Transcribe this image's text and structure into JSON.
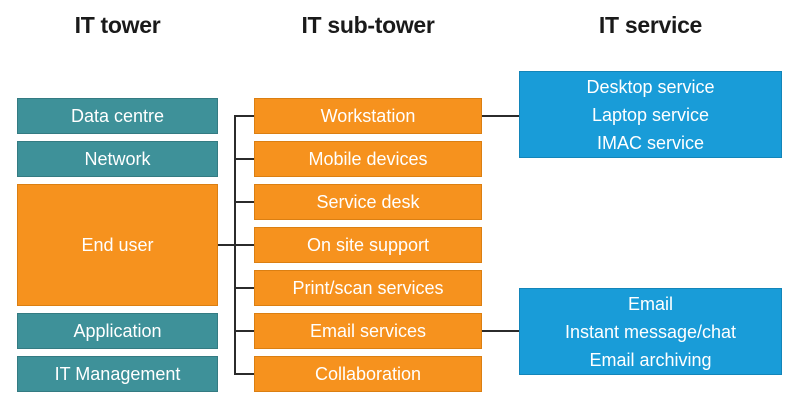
{
  "headers": {
    "tower": "IT tower",
    "subtower": "IT sub-tower",
    "service": "IT service"
  },
  "it_towers": [
    {
      "label": "Data centre",
      "variant": "teal"
    },
    {
      "label": "Network",
      "variant": "teal"
    },
    {
      "label": "End user",
      "variant": "orange"
    },
    {
      "label": "Application",
      "variant": "teal"
    },
    {
      "label": "IT Management",
      "variant": "teal"
    }
  ],
  "it_subtowers": [
    {
      "label": "Workstation"
    },
    {
      "label": "Mobile devices"
    },
    {
      "label": "Service desk"
    },
    {
      "label": "On site support"
    },
    {
      "label": "Print/scan services"
    },
    {
      "label": "Email services"
    },
    {
      "label": "Collaboration"
    }
  ],
  "it_services": [
    {
      "connects_to": "Workstation",
      "lines": [
        "Desktop service",
        "Laptop service",
        "IMAC service"
      ]
    },
    {
      "connects_to": "Email services",
      "lines": [
        "Email",
        "Instant message/chat",
        "Email archiving"
      ]
    }
  ],
  "colors": {
    "teal": "#3e9199",
    "orange": "#f6921e",
    "blue": "#199cd8",
    "connector": "#2b2b2b",
    "header_text": "#1a1a1a",
    "box_text": "#ffffff"
  }
}
